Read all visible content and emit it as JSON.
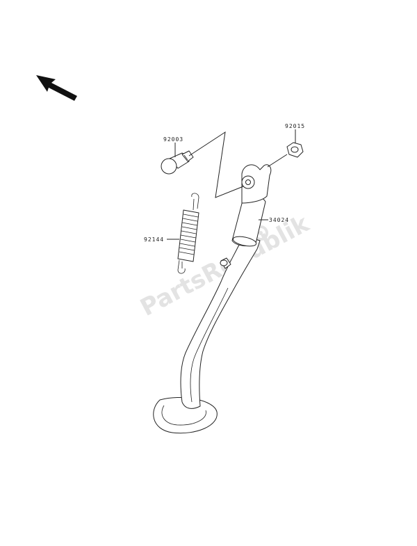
{
  "diagram": {
    "watermark": "PartsRepublik",
    "front_arrow_icon": "front-direction-arrow-icon",
    "parts": [
      {
        "id": "bolt",
        "number": "92003"
      },
      {
        "id": "nut",
        "number": "92015"
      },
      {
        "id": "stand",
        "number": "34024"
      },
      {
        "id": "spring",
        "number": "92144"
      }
    ]
  }
}
